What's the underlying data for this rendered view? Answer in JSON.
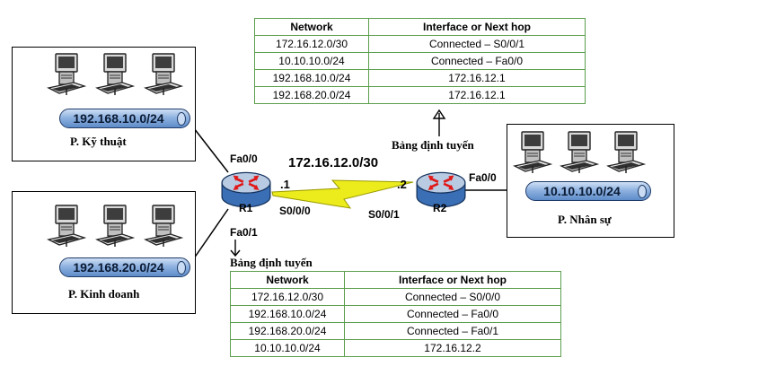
{
  "routing_table_r2": {
    "caption": "Bảng định tuyến",
    "headers": [
      "Network",
      "Interface or Next hop"
    ],
    "rows": [
      [
        "172.16.12.0/30",
        "Connected – S0/0/1"
      ],
      [
        "10.10.10.0/24",
        "Connected – Fa0/0"
      ],
      [
        "192.168.10.0/24",
        "172.16.12.1"
      ],
      [
        "192.168.20.0/24",
        "172.16.12.1"
      ]
    ]
  },
  "routing_table_r1": {
    "caption": "Bảng định tuyến",
    "headers": [
      "Network",
      "Interface or Next hop"
    ],
    "rows": [
      [
        "172.16.12.0/30",
        "Connected – S0/0/0"
      ],
      [
        "192.168.10.0/24",
        "Connected – Fa0/0"
      ],
      [
        "192.168.20.0/24",
        "Connected – Fa0/1"
      ],
      [
        "10.10.10.0/24",
        "172.16.12.2"
      ]
    ]
  },
  "lans": {
    "ky_thuat": {
      "network": "192.168.10.0/24",
      "label": "P. Kỹ thuật"
    },
    "kinh_doanh": {
      "network": "192.168.20.0/24",
      "label": "P. Kinh doanh"
    },
    "nhan_su": {
      "network": "10.10.10.0/24",
      "label": "P. Nhân sự"
    }
  },
  "routers": {
    "r1": {
      "name": "R1",
      "fa0_0": "Fa0/0",
      "fa0_1": "Fa0/1",
      "serial": "S0/0/0",
      "host": ".1"
    },
    "r2": {
      "name": "R2",
      "fa0_0": "Fa0/0",
      "serial": "S0/0/1",
      "host": ".2"
    }
  },
  "wan": {
    "network": "172.16.12.0/30"
  },
  "icons": {
    "pc": "desktop-computer-icon",
    "router": "router-icon",
    "serial_link": "lightning-bolt-icon",
    "arrow": "arrow-icon"
  },
  "colors": {
    "table_border": "#5b9e4d",
    "serial_link": "#e8e800",
    "router_body": "#4a82c8",
    "lan_pipe": "#8fb2e0"
  }
}
